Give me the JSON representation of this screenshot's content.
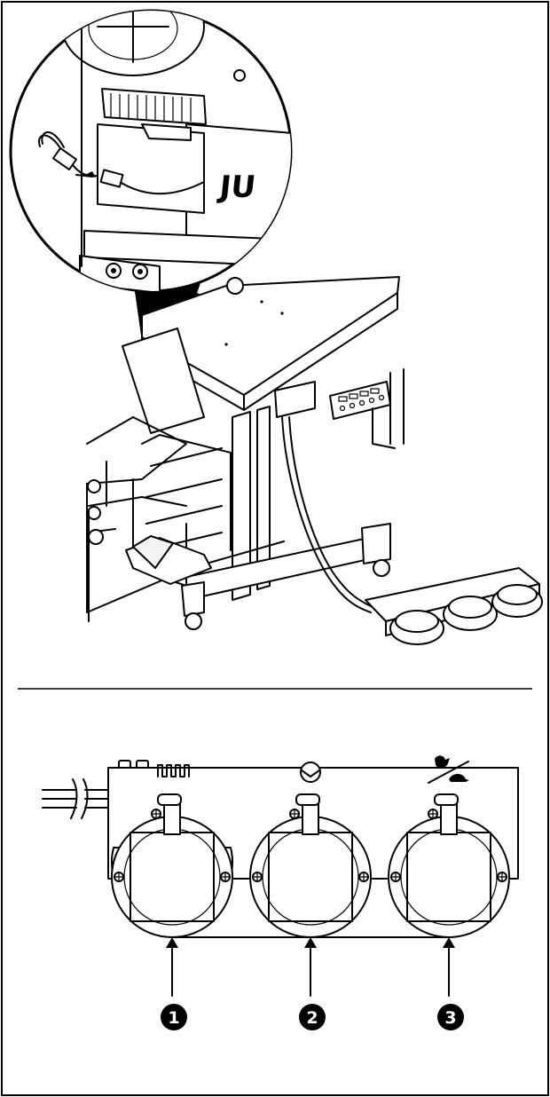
{
  "figure_top": {
    "description_label": "",
    "brand_text": "JU"
  },
  "figure_bottom": {
    "callouts": [
      "1",
      "2",
      "3"
    ]
  }
}
